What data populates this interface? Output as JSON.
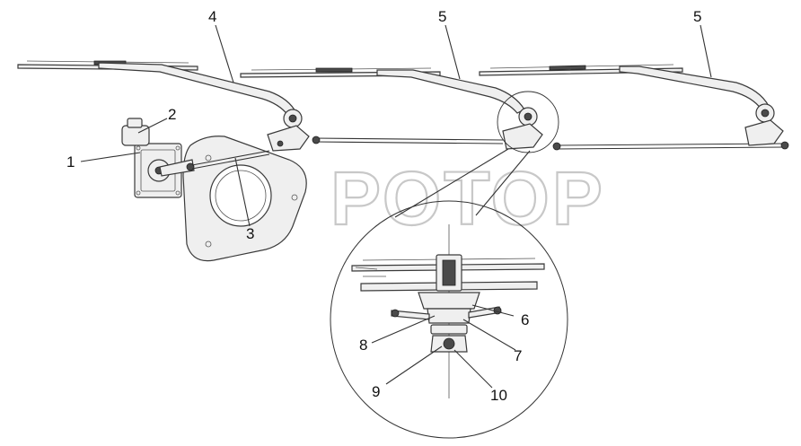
{
  "diagram": {
    "watermark_text": "РОТОР",
    "callouts": [
      {
        "id": "1",
        "text": "1"
      },
      {
        "id": "2",
        "text": "2"
      },
      {
        "id": "3",
        "text": "3"
      },
      {
        "id": "4",
        "text": "4"
      },
      {
        "id": "5a",
        "text": "5"
      },
      {
        "id": "5b",
        "text": "5"
      },
      {
        "id": "6",
        "text": "6"
      },
      {
        "id": "7",
        "text": "7"
      },
      {
        "id": "8",
        "text": "8"
      },
      {
        "id": "9",
        "text": "9"
      },
      {
        "id": "10",
        "text": "10"
      }
    ]
  }
}
